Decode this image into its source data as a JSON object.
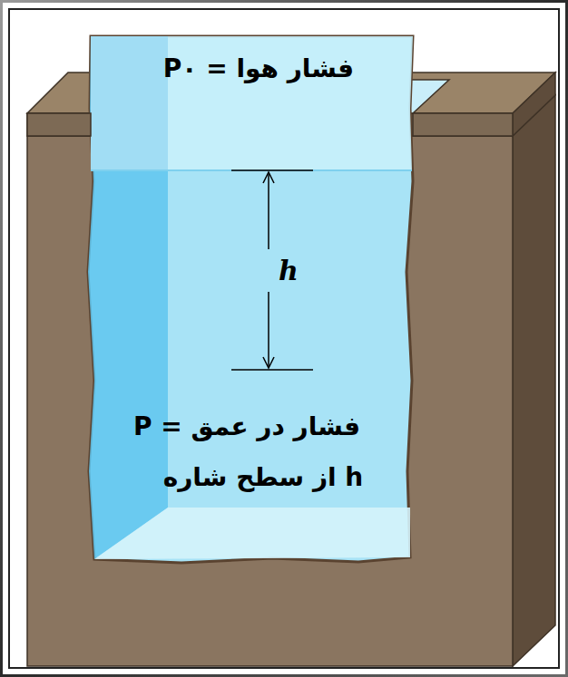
{
  "diagram": {
    "labels": [
      "فشار هوا = P۰",
      "h",
      "فشار در عمق = P",
      "h از سطح شاره"
    ]
  }
}
